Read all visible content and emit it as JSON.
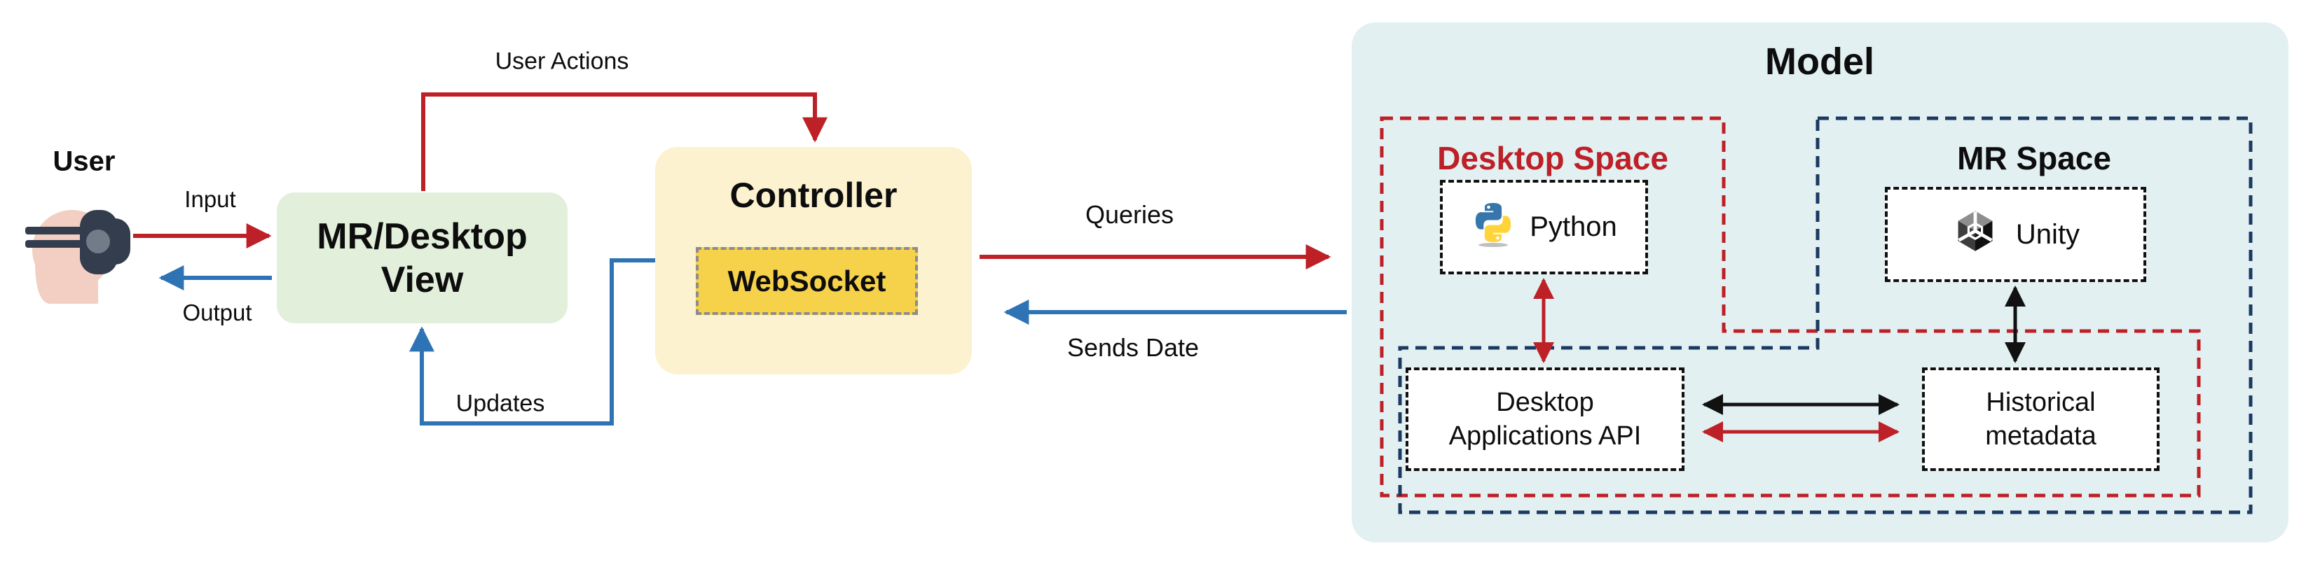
{
  "user": {
    "label": "User"
  },
  "flows": {
    "input": "Input",
    "output": "Output",
    "user_actions": "User Actions",
    "updates": "Updates",
    "queries": "Queries",
    "sends_date": "Sends Date"
  },
  "view": {
    "line1": "MR/Desktop",
    "line2": "View"
  },
  "controller": {
    "title": "Controller",
    "websocket": "WebSocket"
  },
  "model": {
    "title": "Model",
    "desktop_space": {
      "label": "Desktop Space",
      "python": "Python",
      "api_line1": "Desktop",
      "api_line2": "Applications API"
    },
    "mr_space": {
      "label": "MR Space",
      "unity": "Unity",
      "hist_line1": "Historical",
      "hist_line2": "metadata"
    }
  },
  "colors": {
    "red": "#bd2026",
    "blue": "#2e74b5",
    "navy": "#1c3961",
    "green": "#e2efda",
    "cream": "#fdf2cf",
    "gold": "#f6d24b",
    "gold_border": "#8c8c8c",
    "model_bg": "#e2f0f2",
    "box_border": "#111111",
    "text": "#0d0d0d",
    "skin": "#f2cfc2",
    "headset": "#333d4d",
    "lens": "#727b88"
  }
}
